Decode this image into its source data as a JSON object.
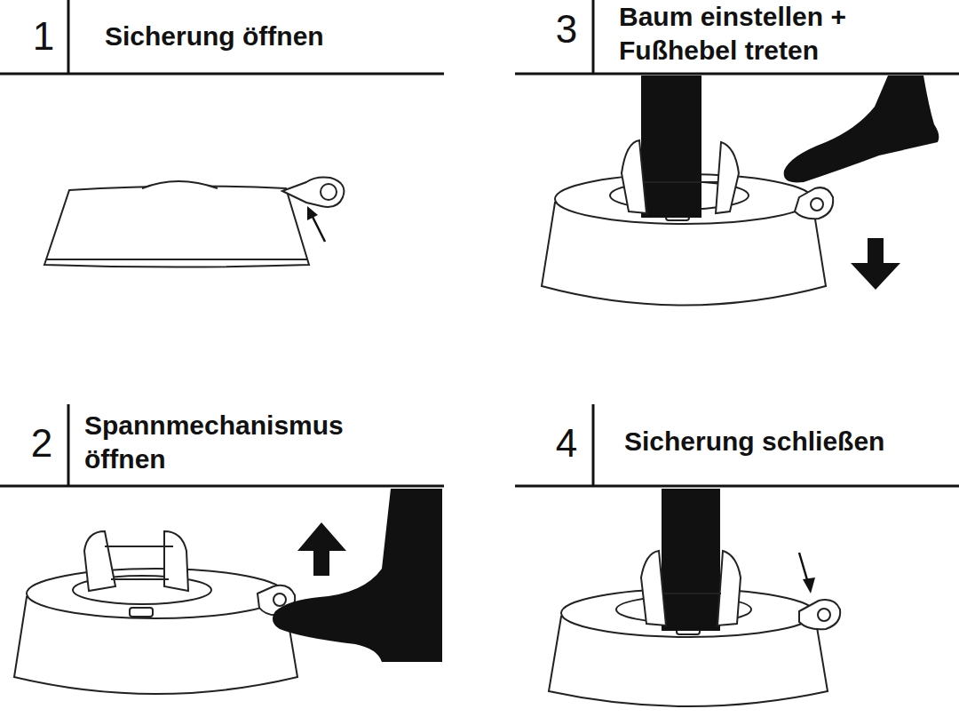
{
  "diagram": {
    "labels": [
      "1",
      "Sicherung öffnen",
      "3",
      "Baum einstellen + Fußhebel treten",
      "2",
      "Spannmechanismus öffnen",
      "4",
      "Sicherung schließen"
    ]
  }
}
